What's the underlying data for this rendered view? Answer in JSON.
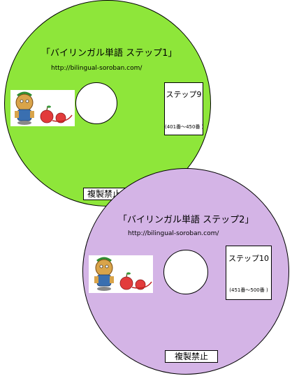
{
  "disc1": {
    "title": "「バイリンガル単語 ステップ1」",
    "url": "http://bilingual-soroban.com/",
    "step_label": "ステップ9",
    "step_range": "(401番〜450番 )",
    "warning": "複製禁止",
    "color": "#8ee63a"
  },
  "disc2": {
    "title": "「バイリンガル単語 ステップ2」",
    "url": "http://bilingual-soroban.com/",
    "step_label": "ステップ10",
    "step_range": "(451番〜500番 )",
    "warning": "複製禁止",
    "color": "#d4b4e6"
  },
  "icons": [
    "character-illustration-icon",
    "apple-icon"
  ]
}
